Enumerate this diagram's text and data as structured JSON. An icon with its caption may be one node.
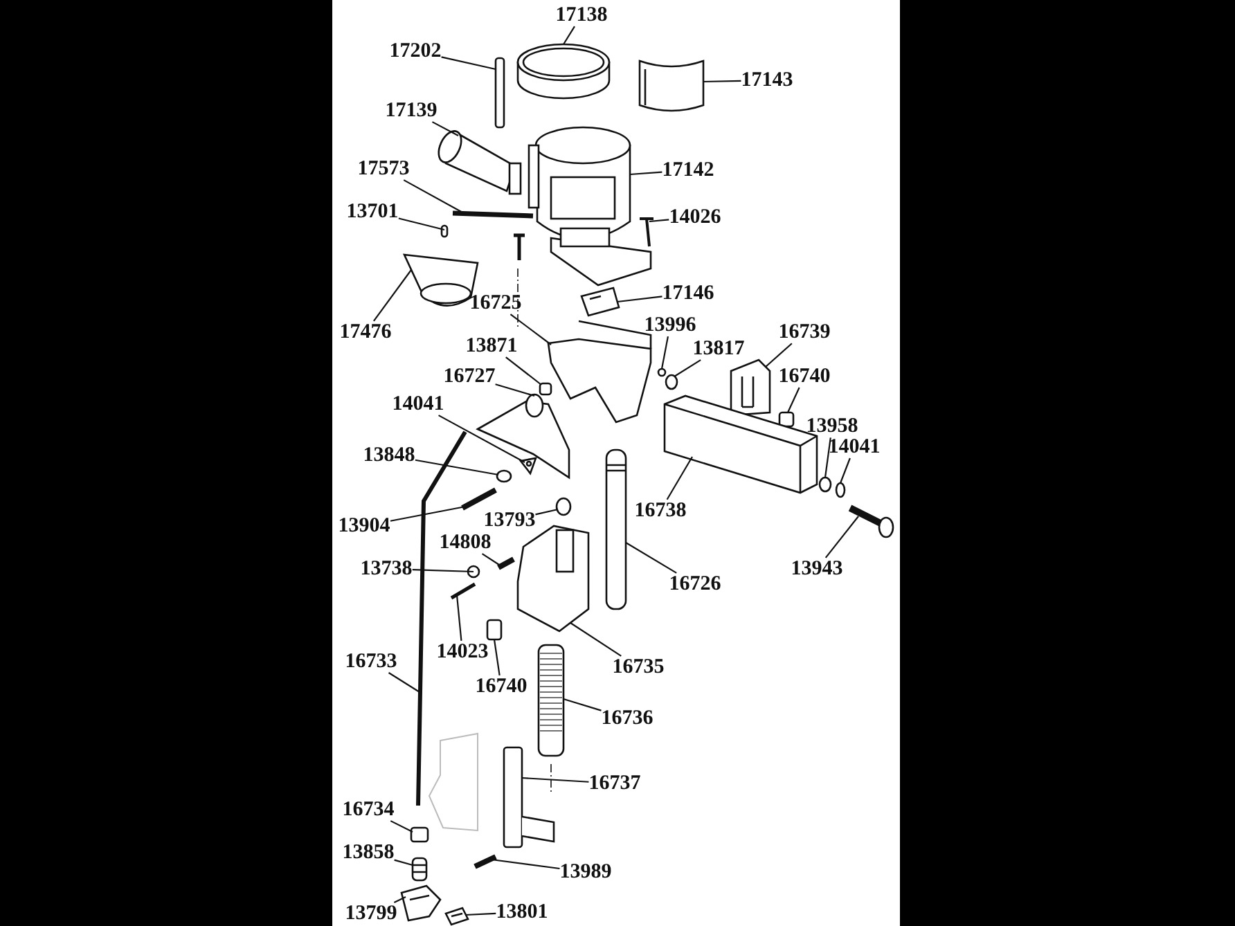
{
  "diagram": {
    "nodes": [
      {
        "text": [
          "17138"
        ]
      },
      {
        "text": [
          "17202"
        ]
      },
      {
        "text": [
          "17143"
        ]
      },
      {
        "text": [
          "17139"
        ]
      },
      {
        "text": [
          "17573"
        ]
      },
      {
        "text": [
          "17142"
        ]
      },
      {
        "text": [
          "13701"
        ]
      },
      {
        "text": [
          "14026"
        ]
      },
      {
        "text": [
          "17476"
        ]
      },
      {
        "text": [
          "16725"
        ]
      },
      {
        "text": [
          "17146"
        ]
      },
      {
        "text": [
          "13996"
        ]
      },
      {
        "text": [
          "13817"
        ]
      },
      {
        "text": [
          "16739"
        ]
      },
      {
        "text": [
          "13871"
        ]
      },
      {
        "text": [
          "16740"
        ]
      },
      {
        "text": [
          "16727"
        ]
      },
      {
        "text": [
          "14041"
        ]
      },
      {
        "text": [
          "13958"
        ]
      },
      {
        "text": [
          "14041"
        ]
      },
      {
        "text": [
          "13848"
        ]
      },
      {
        "text": [
          "16738"
        ]
      },
      {
        "text": [
          "13904"
        ]
      },
      {
        "text": [
          "13793"
        ]
      },
      {
        "text": [
          "14808"
        ]
      },
      {
        "text": [
          "13738"
        ]
      },
      {
        "text": [
          "16726"
        ]
      },
      {
        "text": [
          "13943"
        ]
      },
      {
        "text": [
          "14023"
        ]
      },
      {
        "text": [
          "16733"
        ]
      },
      {
        "text": [
          "16740"
        ]
      },
      {
        "text": [
          "16735"
        ]
      },
      {
        "text": [
          "16736"
        ]
      },
      {
        "text": [
          "16737"
        ]
      },
      {
        "text": [
          "16734"
        ]
      },
      {
        "text": [
          "13858"
        ]
      },
      {
        "text": [
          "13989"
        ]
      },
      {
        "text": [
          "13799"
        ]
      },
      {
        "text": [
          "13801"
        ]
      },
      {
        "text": [],
        "shape": "picture"
      },
      {
        "text": [],
        "shape": "box"
      },
      {
        "text": [],
        "shape": "picture"
      },
      {
        "text": [],
        "shape": "picture"
      },
      {
        "text": [],
        "shape": "bar"
      },
      {
        "text": [],
        "shape": "picture"
      },
      {
        "text": [],
        "shape": "box"
      },
      {
        "text": [],
        "shape": "picture"
      },
      {
        "text": [],
        "shape": "picture"
      },
      {
        "text": [],
        "shape": "picture"
      },
      {
        "text": [],
        "shape": "picture"
      },
      {
        "text": [],
        "shape": "circle"
      },
      {
        "text": [],
        "shape": "circle"
      },
      {
        "text": [],
        "shape": "picture"
      },
      {
        "text": [],
        "shape": "box"
      },
      {
        "text": [],
        "shape": "box"
      },
      {
        "text": [],
        "shape": "picture"
      },
      {
        "text": [],
        "shape": "picture"
      },
      {
        "text": [],
        "shape": "circle"
      },
      {
        "text": [],
        "shape": "circle"
      },
      {
        "text": [],
        "shape": "circle"
      },
      {
        "text": [],
        "shape": "picture"
      },
      {
        "text": [],
        "shape": "bar"
      },
      {
        "text": [],
        "shape": "circle"
      },
      {
        "text": [],
        "shape": "bar"
      },
      {
        "text": [],
        "shape": "circle"
      },
      {
        "text": [],
        "shape": "picture"
      },
      {
        "text": [],
        "shape": "picture"
      },
      {
        "text": [],
        "shape": "bar"
      },
      {
        "text": [],
        "shape": "picture"
      },
      {
        "text": [],
        "shape": "box"
      },
      {
        "text": [],
        "shape": "picture"
      },
      {
        "text": [],
        "shape": "picture"
      },
      {
        "text": [],
        "shape": "picture"
      },
      {
        "text": [],
        "shape": "box"
      },
      {
        "text": [],
        "shape": "picture"
      },
      {
        "text": [],
        "shape": "bar"
      },
      {
        "text": [],
        "shape": "picture"
      },
      {
        "text": [],
        "shape": "picture"
      }
    ],
    "edges": [
      {
        "from": 0,
        "to": 39,
        "arrow": "none"
      },
      {
        "from": 1,
        "to": 40,
        "arrow": "none"
      },
      {
        "from": 2,
        "to": 41,
        "arrow": "none"
      },
      {
        "from": 3,
        "to": 42,
        "arrow": "none"
      },
      {
        "from": 4,
        "to": 43,
        "arrow": "none"
      },
      {
        "from": 5,
        "to": 44,
        "arrow": "none"
      },
      {
        "from": 6,
        "to": 45,
        "arrow": "none"
      },
      {
        "from": 7,
        "to": 46,
        "arrow": "none"
      },
      {
        "from": 8,
        "to": 47,
        "arrow": "none"
      },
      {
        "from": 9,
        "to": 48,
        "arrow": "none"
      },
      {
        "from": 10,
        "to": 49,
        "arrow": "none"
      },
      {
        "from": 11,
        "to": 50,
        "arrow": "none"
      },
      {
        "from": 12,
        "to": 51,
        "arrow": "none"
      },
      {
        "from": 13,
        "to": 52,
        "arrow": "none"
      },
      {
        "from": 14,
        "to": 53,
        "arrow": "none"
      },
      {
        "from": 15,
        "to": 54,
        "arrow": "none"
      },
      {
        "from": 16,
        "to": 55,
        "arrow": "none"
      },
      {
        "from": 17,
        "to": 56,
        "arrow": "none"
      },
      {
        "from": 18,
        "to": 57,
        "arrow": "none"
      },
      {
        "from": 19,
        "to": 58,
        "arrow": "none"
      },
      {
        "from": 20,
        "to": 59,
        "arrow": "none"
      },
      {
        "from": 21,
        "to": 60,
        "arrow": "none"
      },
      {
        "from": 22,
        "to": 61,
        "arrow": "none"
      },
      {
        "from": 23,
        "to": 62,
        "arrow": "none"
      },
      {
        "from": 24,
        "to": 63,
        "arrow": "none"
      },
      {
        "from": 25,
        "to": 64,
        "arrow": "none"
      },
      {
        "from": 26,
        "to": 65,
        "arrow": "none"
      },
      {
        "from": 27,
        "to": 66,
        "arrow": "none"
      },
      {
        "from": 28,
        "to": 67,
        "arrow": "none"
      },
      {
        "from": 29,
        "to": 68,
        "arrow": "none"
      },
      {
        "from": 30,
        "to": 69,
        "arrow": "none"
      },
      {
        "from": 31,
        "to": 70,
        "arrow": "none"
      },
      {
        "from": 32,
        "to": 71,
        "arrow": "none"
      },
      {
        "from": 33,
        "to": 72,
        "arrow": "none"
      },
      {
        "from": 34,
        "to": 73,
        "arrow": "none"
      },
      {
        "from": 35,
        "to": 74,
        "arrow": "none"
      },
      {
        "from": 36,
        "to": 75,
        "arrow": "none"
      },
      {
        "from": 37,
        "to": 76,
        "arrow": "none"
      },
      {
        "from": 38,
        "to": 77,
        "arrow": "none"
      }
    ]
  }
}
